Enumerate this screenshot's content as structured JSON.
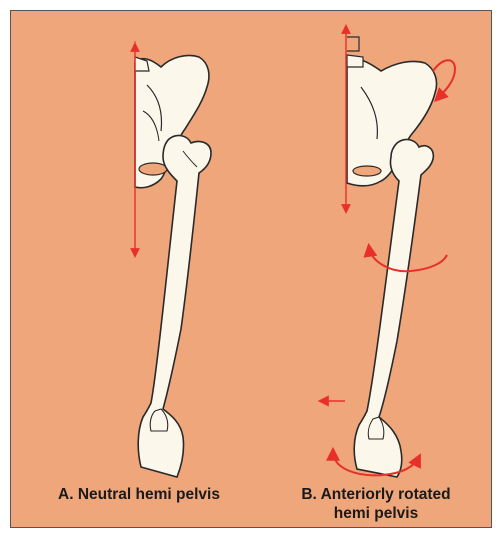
{
  "figure": {
    "background_color": "#efa67a",
    "bone_color": "#fbf7ea",
    "arrow_color": "#e8302a",
    "panels": [
      {
        "id": "A",
        "caption": "A. Neutral hemi pelvis"
      },
      {
        "id": "B",
        "caption_line1": "B. Anteriorly rotated",
        "caption_line2": "hemi pelvis"
      }
    ]
  }
}
